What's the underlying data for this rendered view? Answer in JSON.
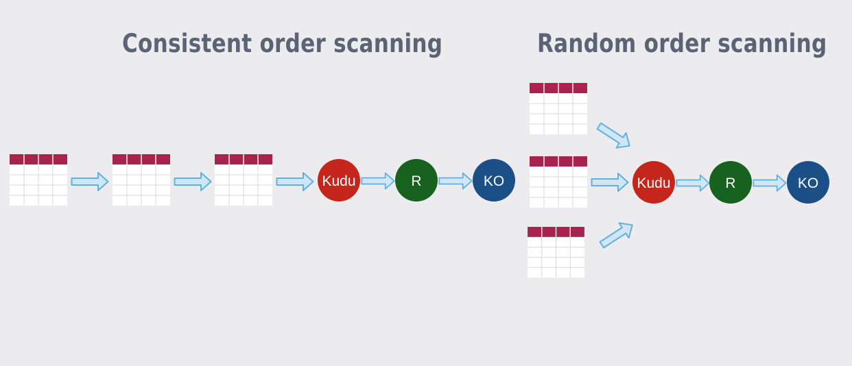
{
  "titles": {
    "left": "Consistent order scanning",
    "right": "Random order scanning"
  },
  "nodes": {
    "kudu": "Kudu",
    "r": "R",
    "ko": "KO"
  },
  "colors": {
    "background": "#ececee",
    "title": "#5b6474",
    "table_header": "#a8234e",
    "table_cell": "#ffffff",
    "table_grid": "#d8d8d8",
    "arrow_fill": "#cfe6f6",
    "arrow_stroke": "#5fb0e0",
    "kudu": "#c4261c",
    "r": "#17621f",
    "ko": "#1b4f85"
  }
}
